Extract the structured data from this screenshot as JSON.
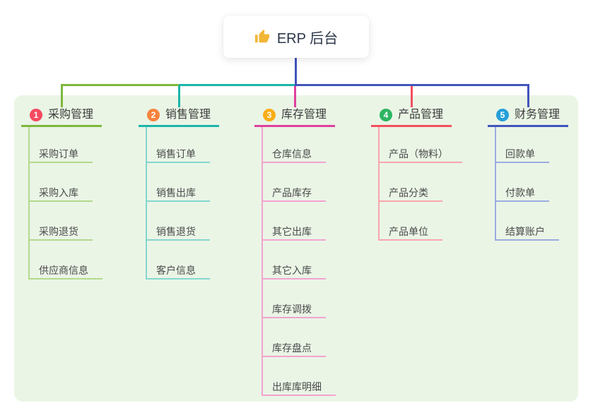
{
  "root": {
    "label": "ERP 后台",
    "icon": "thumbs-up",
    "icon_color": "#f2b636"
  },
  "panel": {
    "bg": "#eaf5e6"
  },
  "root_connector_color": "#4254bc",
  "branches": [
    {
      "number": "1",
      "label": "采购管理",
      "badge_color": "#f54a60",
      "line_color": "#7db83d",
      "child_line_color": "#b3d98b",
      "children": [
        "采购订单",
        "采购入库",
        "采购退货",
        "供应商信息"
      ]
    },
    {
      "number": "2",
      "label": "销售管理",
      "badge_color": "#f8833d",
      "line_color": "#1cb6a9",
      "child_line_color": "#84d6ce",
      "children": [
        "销售订单",
        "销售出库",
        "销售退货",
        "客户信息"
      ]
    },
    {
      "number": "3",
      "label": "库存管理",
      "badge_color": "#f9ad18",
      "line_color": "#e0409e",
      "child_line_color": "#f2a3d0",
      "children": [
        "仓库信息",
        "产品库存",
        "其它出库",
        "其它入库",
        "库存调拨",
        "库存盘点",
        "出库库明细"
      ]
    },
    {
      "number": "4",
      "label": "产品管理",
      "badge_color": "#2db562",
      "line_color": "#f44f5e",
      "child_line_color": "#f9a5ac",
      "children": [
        "产品（物料）",
        "产品分类",
        "产品单位"
      ]
    },
    {
      "number": "5",
      "label": "财务管理",
      "badge_color": "#269fd9",
      "line_color": "#4254bc",
      "child_line_color": "#9cabdf",
      "children": [
        "回款单",
        "付款单",
        "结算账户"
      ]
    }
  ]
}
